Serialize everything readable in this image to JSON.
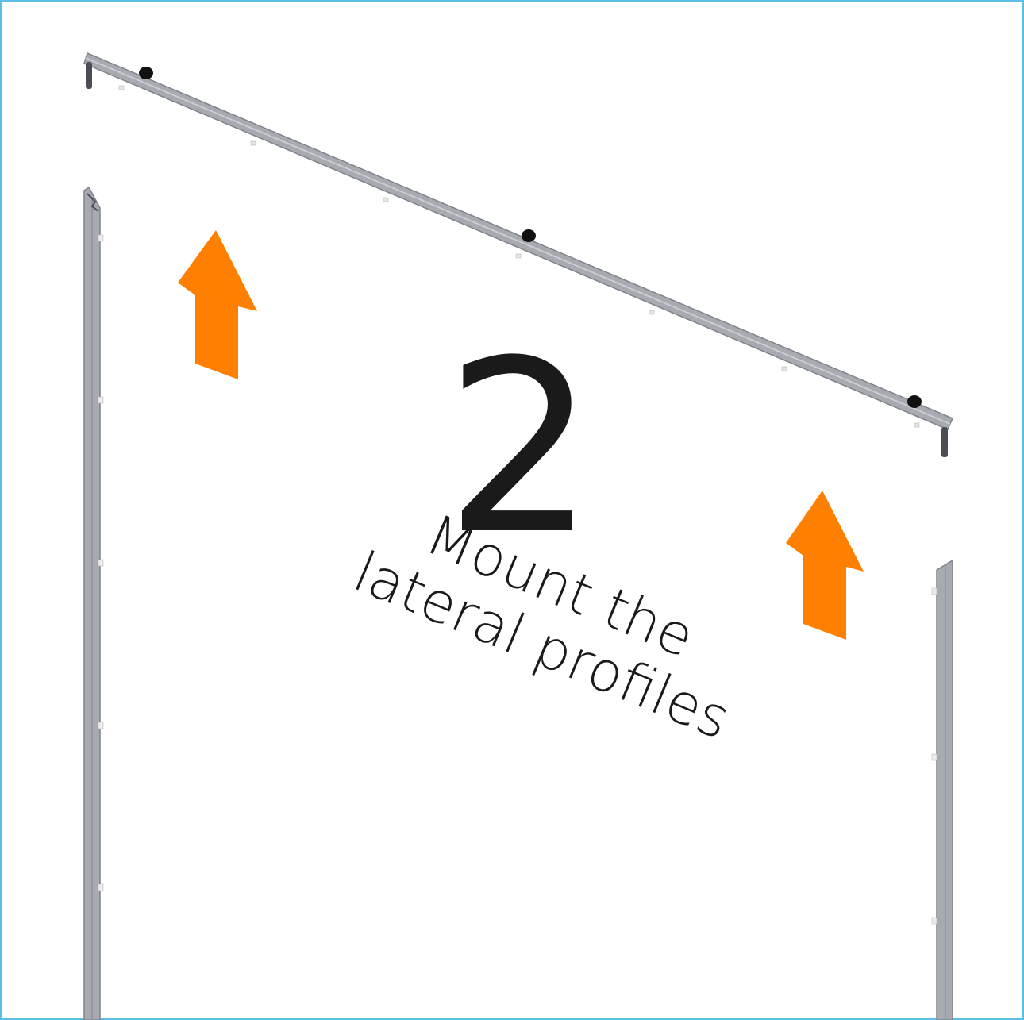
{
  "step": {
    "number": "2",
    "line1": "Mount the",
    "line2": "lateral profiles"
  },
  "colors": {
    "frame_border": "#5bc0e8",
    "arrow": "#ff8000",
    "profile": "#a7abb1",
    "profile_edge": "#7f848a",
    "clip": "#ececec",
    "text": "#1a1a1a"
  },
  "icons": {
    "left_arrow": "arrow-up-icon",
    "right_arrow": "arrow-up-icon"
  }
}
